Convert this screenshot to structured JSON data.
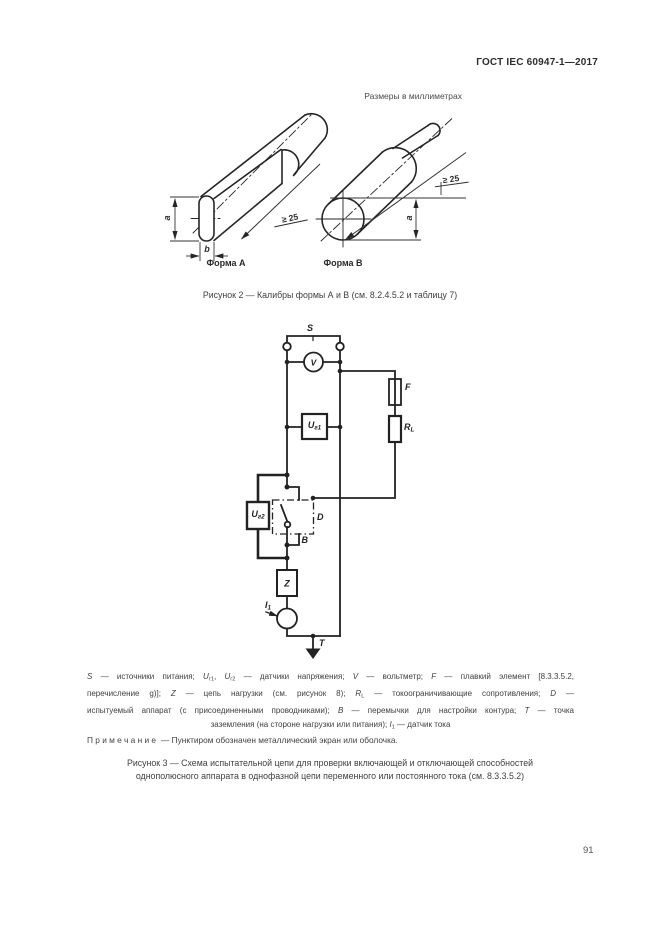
{
  "page": {
    "header": "ГОСТ IEC 60947-1—2017",
    "units_note": "Размеры в миллиметрах",
    "page_number": "91"
  },
  "figure2": {
    "caption": "Рисунок 2 — Калибры формы А и В (см. 8.2.4.5.2 и таблицу 7)",
    "form_a": {
      "label": "Форма А",
      "dim_a": "a",
      "dim_b": "b",
      "dim_len": "≥ 25"
    },
    "form_b": {
      "label": "Форма В",
      "dim_a": "a",
      "dim_len": "≥ 25"
    }
  },
  "figure3": {
    "labels": {
      "s": "S",
      "v": "V",
      "f": "F",
      "d": "D",
      "b": "B",
      "z": "Z",
      "t": "T",
      "ug1": [
        {
          "t": "U"
        },
        {
          "t": "г1",
          "s": "sub"
        }
      ],
      "ug2": [
        {
          "t": "U"
        },
        {
          "t": "г2",
          "s": "sub"
        }
      ],
      "rl": [
        {
          "t": "R"
        },
        {
          "t": "L",
          "s": "sub"
        }
      ],
      "i1": [
        {
          "t": "I"
        },
        {
          "t": "1",
          "s": "sub"
        }
      ]
    },
    "legend_lines": [
      [
        {
          "t": "S",
          "s": "i"
        },
        {
          "t": " — источники питания; "
        },
        {
          "t": "U",
          "s": "i"
        },
        {
          "t": "г1",
          "s": "sub"
        },
        {
          "t": ", "
        },
        {
          "t": "U",
          "s": "i"
        },
        {
          "t": "г2",
          "s": "sub"
        },
        {
          "t": " — датчики напряжения; "
        },
        {
          "t": "V",
          "s": "i"
        },
        {
          "t": " — вольтметр; "
        },
        {
          "t": "F",
          "s": "i"
        },
        {
          "t": " — плавкий элемент [8.3.3.5.2,"
        }
      ],
      [
        {
          "t": "перечисление g)]; "
        },
        {
          "t": "Z",
          "s": "i"
        },
        {
          "t": " — цепь нагрузки (см. рисунок 8); "
        },
        {
          "t": "R",
          "s": "i"
        },
        {
          "t": "L",
          "s": "sub"
        },
        {
          "t": " — токоограничивающие сопротивления; "
        },
        {
          "t": "D",
          "s": "i"
        },
        {
          "t": " —"
        }
      ],
      [
        {
          "t": "испытуемый аппарат (с присоединенными проводниками); "
        },
        {
          "t": "B",
          "s": "i"
        },
        {
          "t": " — перемычки для настройки контура; "
        },
        {
          "t": "T",
          "s": "i"
        },
        {
          "t": " — точка"
        }
      ],
      [
        {
          "t": "заземления (на стороне нагрузки или питания); "
        },
        {
          "t": "I",
          "s": "i"
        },
        {
          "t": "1",
          "s": "sub"
        },
        {
          "t": " — датчик тока"
        }
      ]
    ],
    "note_label": "П р и м е ч а н и е",
    "note_text": "—  Пунктиром обозначен металлический экран или оболочка.",
    "caption_line1": "Рисунок 3 — Схема испытательной цепи для проверки включающей и отключающей способностей",
    "caption_line2": "однополюсного аппарата в однофазной цепи переменного или постоянного тока (см. 8.3.3.5.2)"
  },
  "colors": {
    "ink": "#262626",
    "text": "#3b3b3b"
  }
}
